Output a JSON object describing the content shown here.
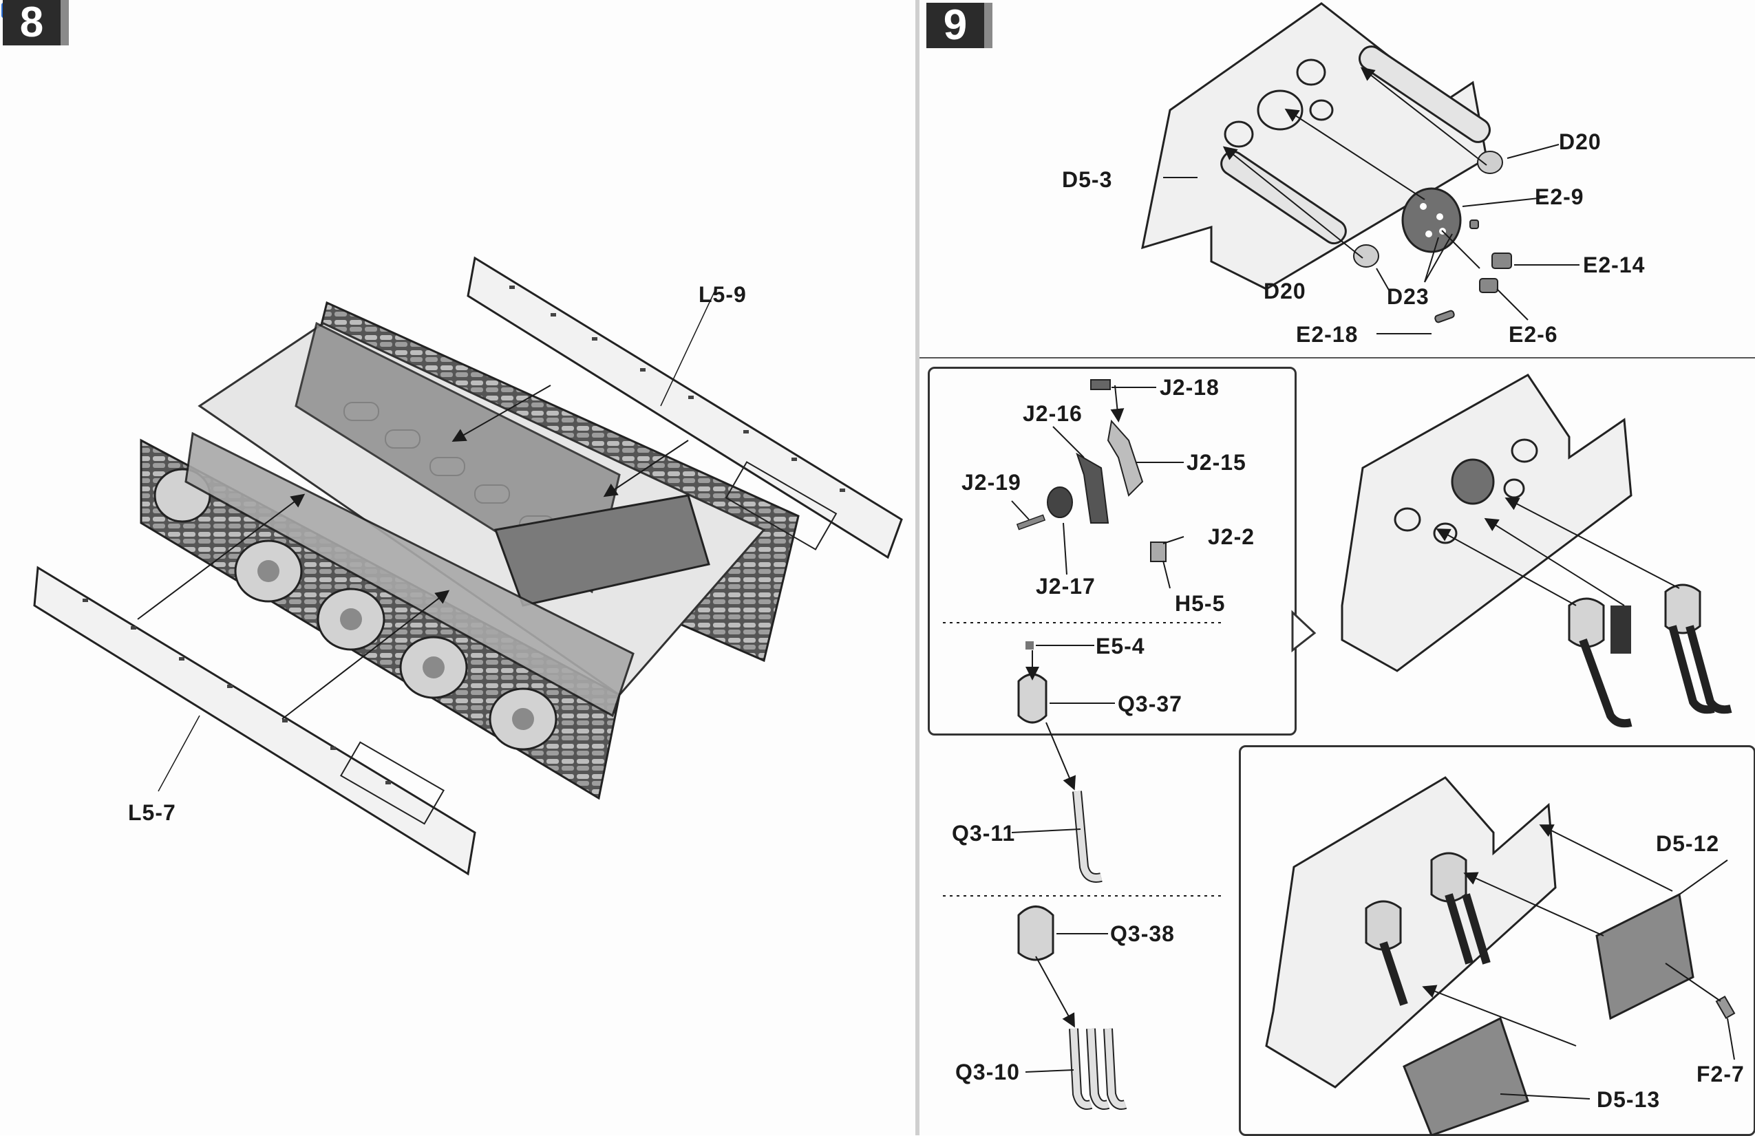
{
  "steps": {
    "left": {
      "number": "8"
    },
    "right": {
      "number": "9"
    }
  },
  "labels": {
    "step8": {
      "L5_9": "L5-9",
      "L5_7": "L5-7"
    },
    "step9_top": {
      "D20_a": "D20",
      "D5_3": "D5-3",
      "E2_9": "E2-9",
      "E2_14": "E2-14",
      "D20_b": "D20",
      "D23": "D23",
      "E2_18": "E2-18",
      "E2_6": "E2-6"
    },
    "step9_sub": {
      "J2_18": "J2-18",
      "J2_16": "J2-16",
      "J2_15": "J2-15",
      "J2_19": "J2-19",
      "J2_2": "J2-2",
      "J2_17": "J2-17",
      "H5_5": "H5-5",
      "E5_4": "E5-4",
      "Q3_37": "Q3-37",
      "Q3_11": "Q3-11",
      "Q3_38": "Q3-38",
      "Q3_10": "Q3-10"
    },
    "step9_final": {
      "D5_12": "D5-12",
      "F2_7": "F2-7",
      "D5_13": "D5-13"
    }
  },
  "colors": {
    "ink": "#1a1a1a",
    "part_gray": "#9a9a9a",
    "part_light": "#d6d6d6",
    "badge": "#2b2b2b"
  },
  "icons": [
    "watermark-logo"
  ]
}
